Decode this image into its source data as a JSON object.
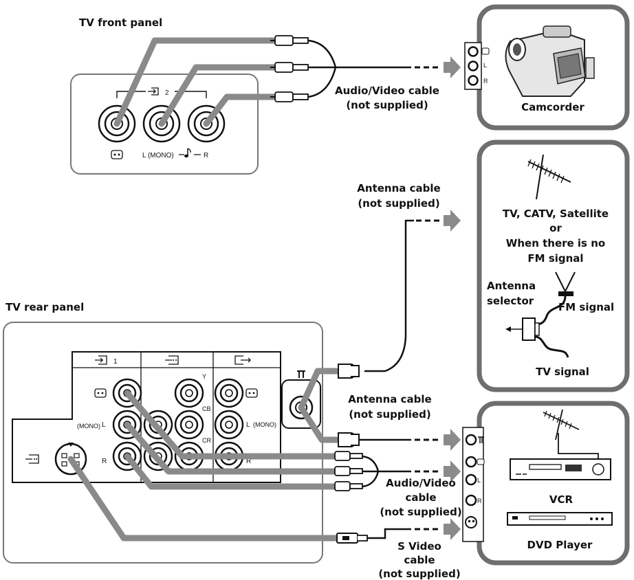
{
  "labels": {
    "tv_front_panel": "TV front panel",
    "tv_rear_panel": "TV rear panel",
    "av_cable_top_1": "Audio/Video cable",
    "av_cable_top_2": "(not supplied)",
    "camcorder": "Camcorder",
    "antenna_cable_top_1": "Antenna cable",
    "antenna_cable_top_2": "(not supplied)",
    "tv_sources_1": "TV, CATV, Satellite",
    "tv_sources_2": "or",
    "tv_sources_3": "When there is no",
    "tv_sources_4": "FM signal",
    "antenna_selector_1": "Antenna",
    "antenna_selector_2": "selector",
    "fm_signal": "FM signal",
    "tv_signal": "TV signal",
    "antenna_cable_mid_1": "Antenna cable",
    "antenna_cable_mid_2": "(not supplied)",
    "av_cable_bottom_1": "Audio/Video",
    "av_cable_bottom_2": "cable",
    "av_cable_bottom_3": "(not supplied)",
    "svideo_cable_1": "S Video",
    "svideo_cable_2": "cable",
    "svideo_cable_3": "(not supplied)",
    "vcr": "VCR",
    "dvd_player": "DVD Player"
  },
  "panel_marks": {
    "front_input_number": "2",
    "front_lr": "L (MONO)",
    "front_r": "R",
    "rear_input_number": "1",
    "rear_mono_left": "(MONO)",
    "rear_mono_right": "(MONO)",
    "l_letter": "L",
    "r_letter": "R",
    "y_letter": "Y",
    "cb_letter": "CB",
    "cr_letter": "CR"
  }
}
